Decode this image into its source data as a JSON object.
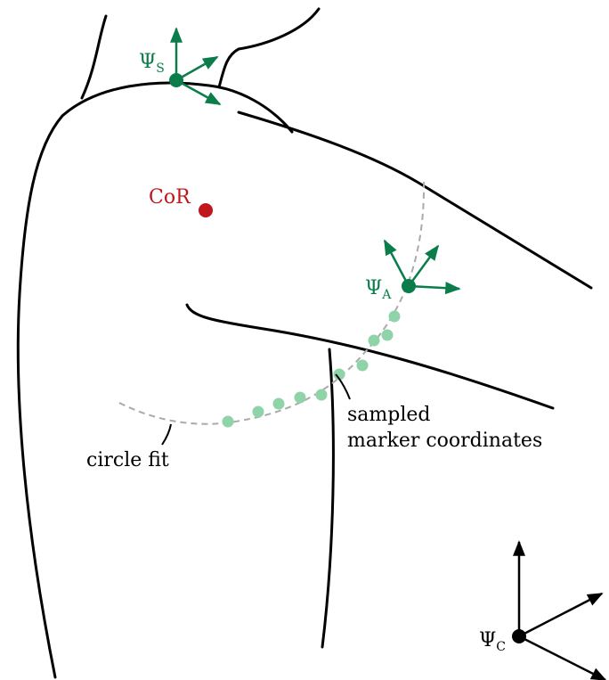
{
  "labels": {
    "psi_s": {
      "symbol": "Ψ",
      "subscript": "S"
    },
    "psi_a": {
      "symbol": "Ψ",
      "subscript": "A"
    },
    "psi_c": {
      "symbol": "Ψ",
      "subscript": "C"
    },
    "cor": "CoR",
    "sampled_line1": "sampled",
    "sampled_line2": "marker coordinates",
    "circle_fit": "circle fit"
  },
  "colors": {
    "outline": "#000000",
    "green": "#0a7d4a",
    "light_green": "#8fd4a8",
    "red": "#c0161c",
    "dashed": "#aaaaaa"
  }
}
